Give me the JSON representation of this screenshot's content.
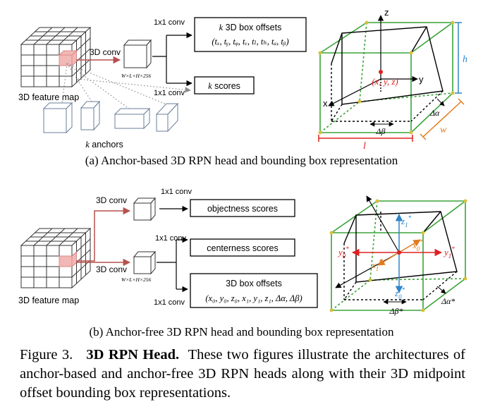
{
  "colors": {
    "arrow_red": "#b5524f",
    "highlight": "#f2b8b6",
    "green": "#3aa33a",
    "blue": "#2f86c9",
    "orange": "#e07d20",
    "red": "#e02020",
    "gray_dot": "#8a8a8a"
  },
  "panel_a": {
    "conv_3d": "3D conv",
    "conv_1x1_top": "1x1 conv",
    "conv_1x1_bottom": "1x1 conv",
    "feature_dims": "W×L×H×256",
    "feature_map_label": "3D feature map",
    "anchors_k": "k",
    "anchors_label": " anchors",
    "offsets_k": "k",
    "offsets_title": " 3D box offsets",
    "offsets_params": "(tₓ, tᵧ, tᵩ, tᵥ, tₗ, tₕ, tₐ, tᵦ)",
    "scores_k": "k",
    "scores_label": " scores",
    "box": {
      "axis_z": "z",
      "axis_x": "x",
      "axis_y": "y",
      "center": "(x, y, z)",
      "h": "h",
      "w": "w",
      "l": "l",
      "delta_alpha": "Δα",
      "delta_beta": "Δβ"
    },
    "caption": "(a) Anchor-based 3D RPN head and bounding box representation"
  },
  "panel_b": {
    "conv_3d_top": "3D conv",
    "conv_3d_bottom": "3D conv",
    "conv_1x1_a": "1x1 conv",
    "conv_1x1_b": "1x1 conv",
    "conv_1x1_c": "1x1 conv",
    "feature_dims": "W×L×H×256",
    "feature_map_label": "3D feature map",
    "objectness": "objectness scores",
    "centerness": "centerness scores",
    "offsets_title": "3D box offsets",
    "offsets_params": "(x₀, y₀, z₀, x₁, y₁, z₁, Δα, Δβ)",
    "box": {
      "z1": "z",
      "x0": "x",
      "y0": "y",
      "y1": "y",
      "x1": "x",
      "z0": "z",
      "sub0": "0",
      "sub1": "1",
      "star": "*",
      "delta_alpha": "Δα*",
      "delta_beta": "Δβ*"
    },
    "caption": "(b) Anchor-free 3D RPN head and bounding box representation"
  },
  "figure_caption": {
    "label": "Figure 3.",
    "title": "3D RPN Head.",
    "text": "These two figures illustrate the architectures of anchor-based and anchor-free 3D RPN heads along with their 3D midpoint offset bounding box representations."
  }
}
